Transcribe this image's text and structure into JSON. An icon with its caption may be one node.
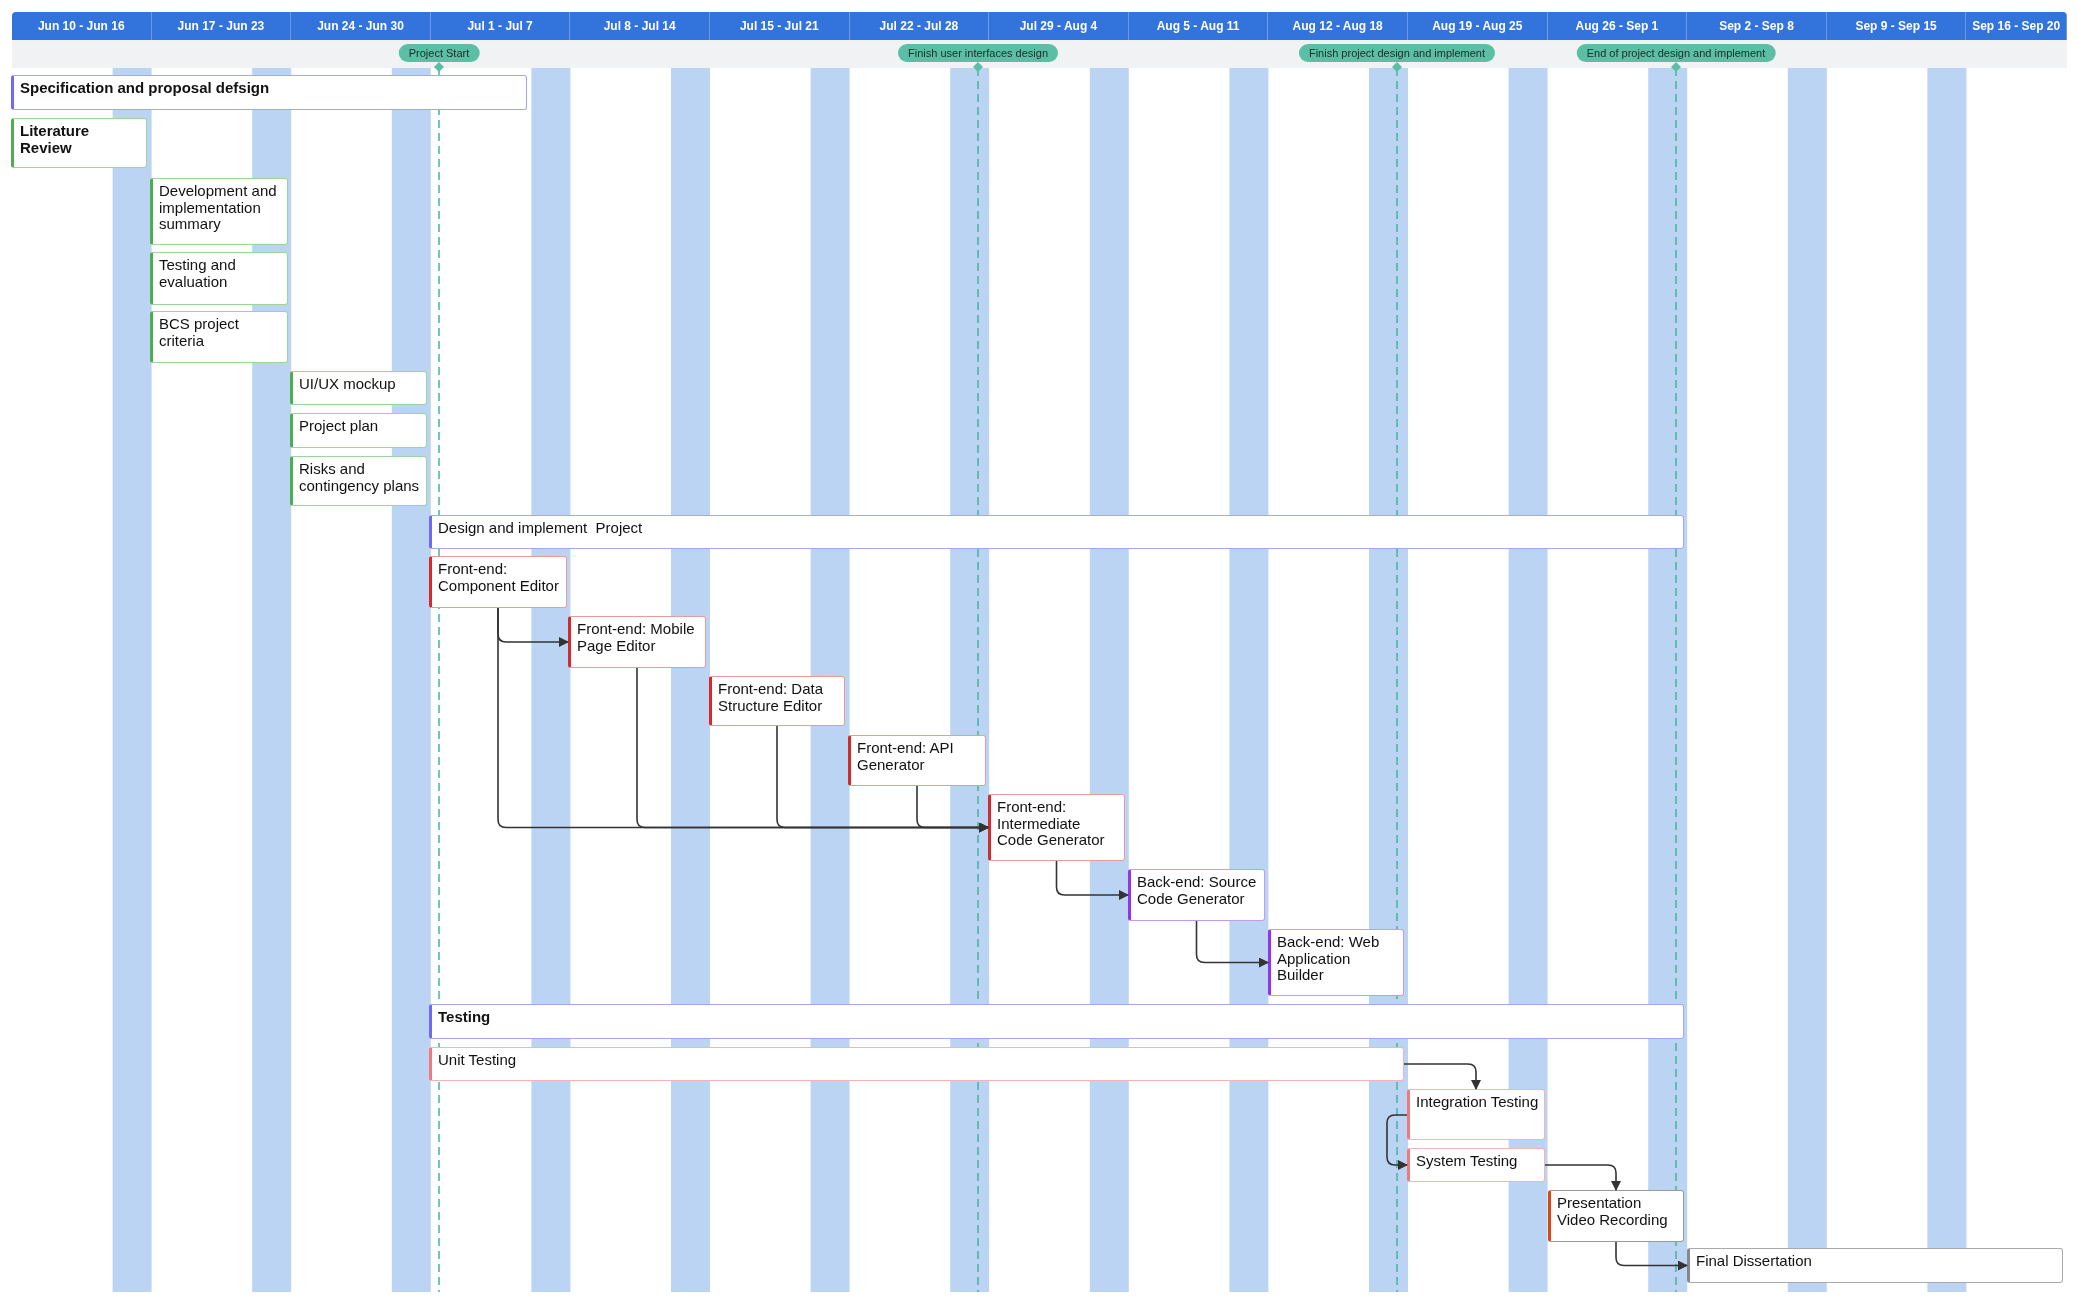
{
  "diagram": {
    "nodes": [
      {
        "text": [
          "Project Start"
        ]
      },
      {
        "text": [
          "Finish user interfaces design"
        ]
      },
      {
        "text": [
          "Finish project design and implement"
        ]
      },
      {
        "text": [
          "End of project design and implement"
        ]
      },
      {
        "text": [
          "Specification and proposal defsign"
        ]
      },
      {
        "text": [
          "Literature Review"
        ]
      },
      {
        "text": [
          "Development and implementation summary"
        ]
      },
      {
        "text": [
          "Testing and evaluation"
        ]
      },
      {
        "text": [
          "BCS project criteria"
        ]
      },
      {
        "text": [
          "UI/UX mockup"
        ]
      },
      {
        "text": [
          "Project plan"
        ]
      },
      {
        "text": [
          "Risks and contingency plans"
        ]
      },
      {
        "text": [
          "Design and implement  Project"
        ]
      },
      {
        "text": [
          "Front-end: Component Editor"
        ]
      },
      {
        "text": [
          "Front-end: Mobile Page Editor"
        ]
      },
      {
        "text": [
          "Front-end: Data Structure Editor"
        ]
      },
      {
        "text": [
          "Front-end: API Generator"
        ]
      },
      {
        "text": [
          "Front-end: Intermediate Code Generator"
        ]
      },
      {
        "text": [
          "Back-end: Source Code Generator"
        ]
      },
      {
        "text": [
          "Back-end: Web Application Builder"
        ]
      },
      {
        "text": [
          "Testing"
        ]
      },
      {
        "text": [
          "Unit Testing"
        ]
      },
      {
        "text": [
          "Integration Testing"
        ]
      },
      {
        "text": [
          "System Testing"
        ]
      },
      {
        "text": [
          "Presentation Video Recording"
        ]
      },
      {
        "text": [
          "Final Dissertation"
        ]
      }
    ],
    "edges": [
      {
        "from": 13,
        "to": 14,
        "arrow": "to"
      },
      {
        "from": 13,
        "to": 17,
        "arrow": "to"
      },
      {
        "from": 14,
        "to": 17,
        "arrow": "to"
      },
      {
        "from": 15,
        "to": 17,
        "arrow": "to"
      },
      {
        "from": 16,
        "to": 17,
        "arrow": "to"
      },
      {
        "from": 17,
        "to": 18,
        "arrow": "to"
      },
      {
        "from": 18,
        "to": 19,
        "arrow": "to"
      },
      {
        "from": 21,
        "to": 22,
        "arrow": "to"
      },
      {
        "from": 22,
        "to": 23,
        "arrow": "to"
      },
      {
        "from": 23,
        "to": 24,
        "arrow": "to"
      },
      {
        "from": 24,
        "to": 25,
        "arrow": "to"
      }
    ],
    "labels": [
      "Jun 10 - Jun 16",
      "Jun 17 - Jun 23",
      "Jun 24 - Jun 30",
      "Jul 1 - Jul 7",
      "Jul 8 - Jul 14",
      "Jul 15 - Jul 21",
      "Jul 22 - Jul 28",
      "Jul 29 - Aug 4",
      "Aug 5 - Aug 11",
      "Aug 12 - Aug 18",
      "Aug 19 - Aug 25",
      "Aug 26 - Sep 1",
      "Sep 2 - Sep 8",
      "Sep 9 - Sep 15",
      "Sep 16 - Sep 20"
    ]
  }
}
